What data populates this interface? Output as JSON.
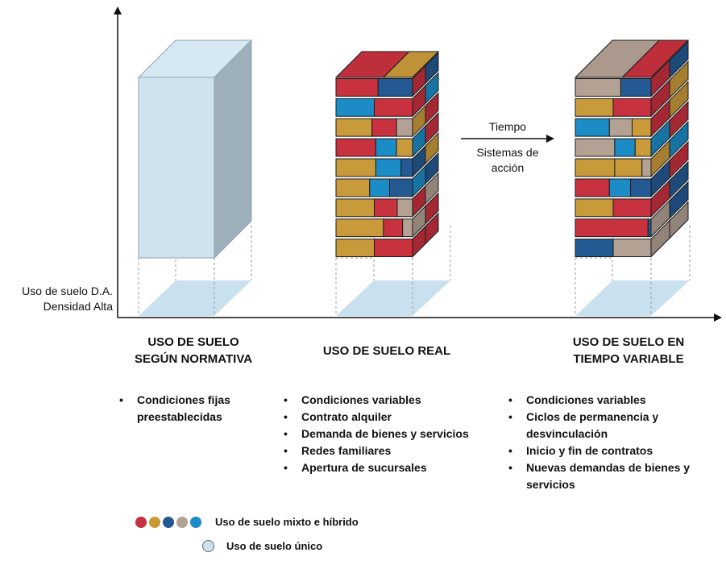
{
  "axis": {
    "y_label_line1": "Uso de suelo D.A.",
    "y_label_line2": "Densidad Alta"
  },
  "transition_arrow": {
    "top_label": "Tiempo",
    "bottom_label_line1": "Sistemas de",
    "bottom_label_line2": "acción"
  },
  "columns": [
    {
      "title_line1": "USO DE SUELO",
      "title_line2": "SEGÚN NORMATIVA",
      "bullets": [
        "Condiciones fijas",
        "preestablecidas"
      ]
    },
    {
      "title_line1": "USO DE SUELO REAL",
      "bullets": [
        "Condiciones variables",
        "Contrato alquiler",
        "Demanda de bienes y servicios",
        "Redes familiares",
        "Apertura de sucursales"
      ]
    },
    {
      "title_line1": "USO DE SUELO EN",
      "title_line2": "TIEMPO VARIABLE",
      "bullets": [
        "Condiciones variables",
        "Ciclos de permanencia y",
        "desvinculación",
        "Inicio y fin de contratos",
        "Nuevas demandas de bienes y",
        "servicios"
      ]
    }
  ],
  "legend": {
    "mixed_label": "Uso de suelo mixto e híbrido",
    "single_label": "Uso de suelo único"
  },
  "colors": {
    "red": "#c8313e",
    "gold": "#c99a3a",
    "navy": "#235a93",
    "taupe": "#b3a193",
    "cyan": "#1b8cc6",
    "single_use_front": "#cfe3ee",
    "single_use_side": "#9db0bc",
    "footprint": "#c9e1ef"
  }
}
